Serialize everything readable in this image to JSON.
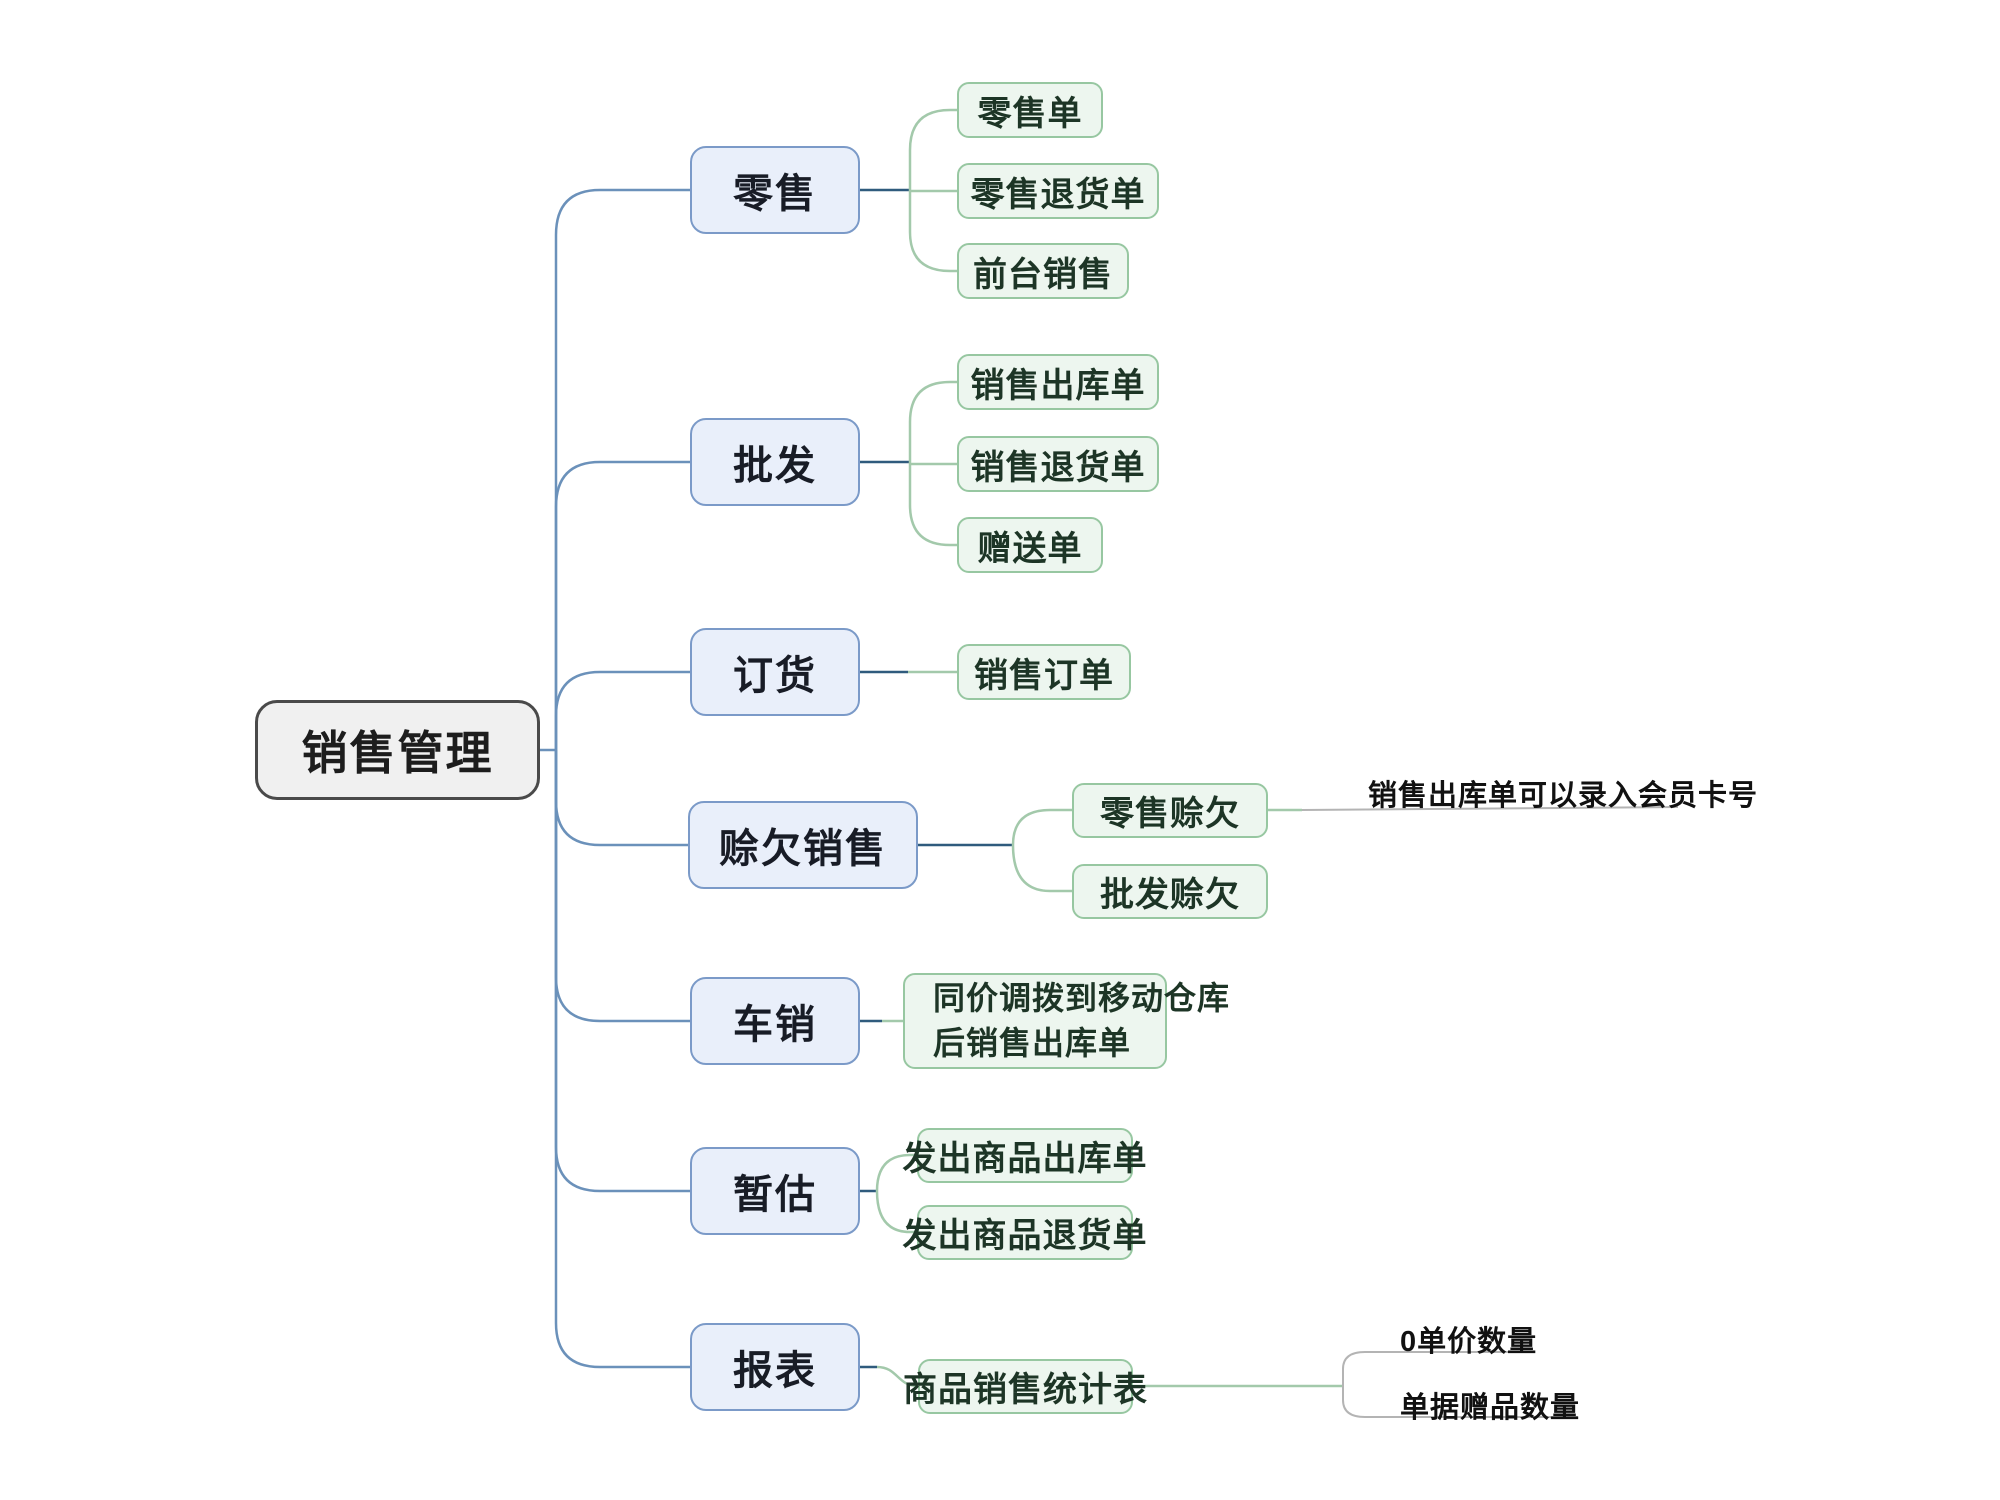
{
  "diagram": {
    "title": "销售管理流程脑图",
    "root": {
      "label": "销售管理"
    },
    "branches": [
      {
        "label": "零售",
        "children": [
          {
            "label": "零售单"
          },
          {
            "label": "零售退货单"
          },
          {
            "label": "前台销售"
          }
        ]
      },
      {
        "label": "批发",
        "children": [
          {
            "label": "销售出库单"
          },
          {
            "label": "销售退货单"
          },
          {
            "label": "赠送单"
          }
        ]
      },
      {
        "label": "订货",
        "children": [
          {
            "label": "销售订单"
          }
        ]
      },
      {
        "label": "赊欠销售",
        "children": [
          {
            "label": "零售赊欠",
            "note": "销售出库单可以录入会员卡号"
          },
          {
            "label": "批发赊欠"
          }
        ]
      },
      {
        "label": "车销",
        "children": [
          {
            "label": "同价调拨到移动仓库后销售出库单",
            "lines": [
              "同价调拨到移动仓库",
              "后销售出库单"
            ]
          }
        ]
      },
      {
        "label": "暂估",
        "children": [
          {
            "label": "发出商品出库单"
          },
          {
            "label": "发出商品退货单"
          }
        ]
      },
      {
        "label": "报表",
        "children": [
          {
            "label": "商品销售统计表",
            "children": [
              {
                "label": "0单价数量"
              },
              {
                "label": "单据赠品数量"
              }
            ]
          }
        ]
      }
    ],
    "colors": {
      "root_fill": "#f0f0f0",
      "root_border": "#4a4a4a",
      "level2_fill": "#e9effa",
      "level2_border": "#7b9ac8",
      "level3_fill": "#edf6ef",
      "level3_border": "#97c7a1",
      "level3_text": "#1d3526",
      "trunk_line": "#6b91ba",
      "branch_line": "#2f5b7d",
      "child_line": "#a3c9ab",
      "note_line": "#b4b4b4"
    }
  }
}
